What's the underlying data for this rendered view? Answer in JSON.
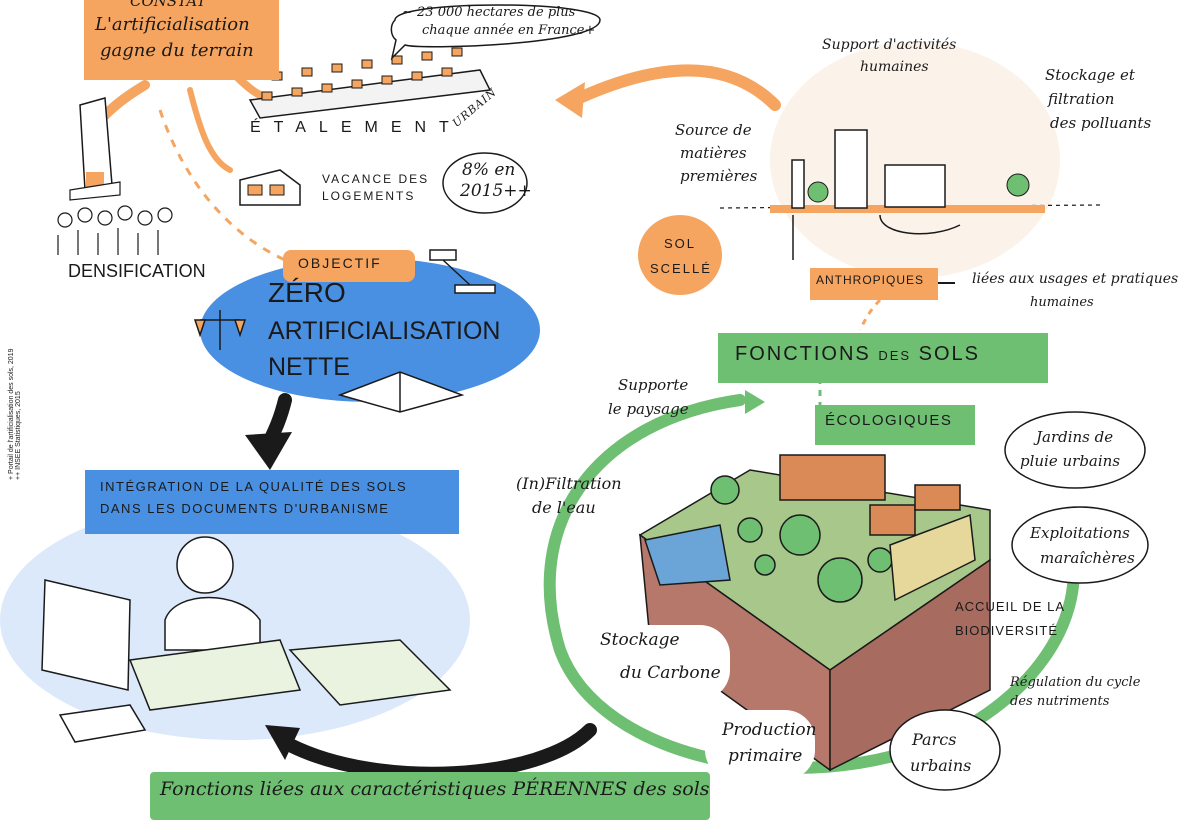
{
  "constat": {
    "title": "CONSTAT",
    "line1": "L'artificialisation",
    "line2": "gagne du terrain"
  },
  "etalement": {
    "label": "ÉTALEMENT",
    "sub": "URBAIN"
  },
  "bubble_hectares": {
    "line1": "~ 23 000 hectares de plus",
    "line2": "chaque année en France+"
  },
  "vacance": {
    "line1": "VACANCE DES",
    "line2": "LOGEMENTS"
  },
  "bubble_vacance": {
    "line1": "8% en",
    "line2": "2015++"
  },
  "densification": "DENSIFICATION",
  "objectif": "OBJECTIF",
  "zan": {
    "line1": "ZÉRO",
    "line2": "ARTIFICIALISATION",
    "line3": "NETTE"
  },
  "integration": {
    "line1": "INTÉGRATION DE LA QUALITÉ DES SOLS",
    "line2": "DANS LES DOCUMENTS D'URBANISME"
  },
  "sources": {
    "line1": "+ Portail de l'artificialisation des sols, 2019",
    "line2": "++ INSEE Statistiques, 2015"
  },
  "bottom_banner": "Fonctions liées aux caractéristiques PÉRENNES des sols",
  "anthropic": {
    "support": {
      "line1": "Support d'activités",
      "line2": "humaines"
    },
    "stockage": {
      "line1": "Stockage et",
      "line2": "filtration",
      "line3": "des polluants"
    },
    "source": {
      "line1": "Source de",
      "line2": "matières",
      "line3": "premières"
    },
    "sol_scelle": {
      "line1": "SOL",
      "line2": "SCELLÉ"
    },
    "tag": "ANTHROPIQUES",
    "desc": {
      "line1": "liées aux usages et pratiques",
      "line2": "humaines"
    }
  },
  "fonctions": {
    "label": "FONCTIONS",
    "sub": "DES",
    "label2": "SOLS"
  },
  "ecologiques": "ÉCOLOGIQUES",
  "eco_labels": {
    "paysage": {
      "line1": "Supporte",
      "line2": "le paysage"
    },
    "filtration": {
      "line1": "(In)Filtration",
      "line2": "de l'eau"
    },
    "carbone": {
      "line1": "Stockage",
      "line2": "du Carbone"
    },
    "production": {
      "line1": "Production",
      "line2": "primaire"
    },
    "jardins": {
      "line1": "Jardins de",
      "line2": "pluie urbains"
    },
    "exploitations": {
      "line1": "Exploitations",
      "line2": "maraîchères"
    },
    "biodiversite": {
      "line1": "ACCUEIL DE LA",
      "line2": "BIODIVERSITÉ"
    },
    "regulation": {
      "line1": "Régulation du cycle",
      "line2": "des nutriments"
    },
    "parcs": {
      "line1": "Parcs",
      "line2": "urbains"
    }
  },
  "colors": {
    "orange": "#f5a55f",
    "green": "#6fbf73",
    "blue": "#4a90e2",
    "light_blue": "#dbe9fb",
    "soil": "#b5786b",
    "grass": "#a7c88a"
  }
}
